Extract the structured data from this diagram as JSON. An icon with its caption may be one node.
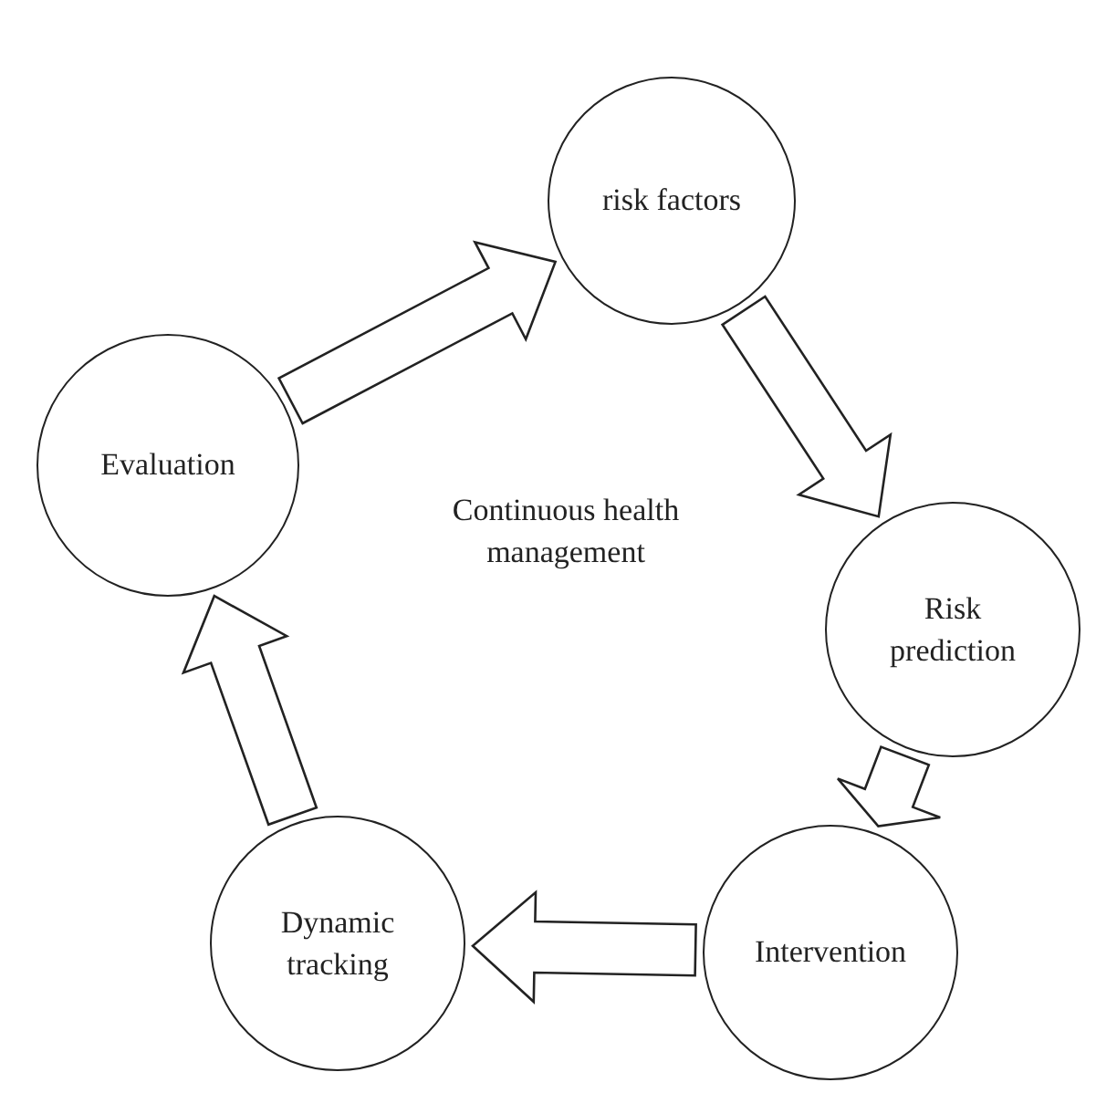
{
  "diagram": {
    "nodes": [
      {
        "text": [
          "risk factors"
        ]
      },
      {
        "text": [
          "Risk prediction"
        ]
      },
      {
        "text": [
          "Intervention"
        ]
      },
      {
        "text": [
          "Dynamic tracking"
        ]
      },
      {
        "text": [
          "Evaluation"
        ]
      }
    ],
    "edges": [
      {
        "from": 4,
        "to": 0,
        "arrow": "to"
      },
      {
        "from": 0,
        "to": 1,
        "arrow": "to"
      },
      {
        "from": 1,
        "to": 2,
        "arrow": "to"
      },
      {
        "from": 2,
        "to": 3,
        "arrow": "to"
      },
      {
        "from": 3,
        "to": 4,
        "arrow": "to"
      }
    ],
    "labels": [
      "Continuous health management"
    ]
  }
}
